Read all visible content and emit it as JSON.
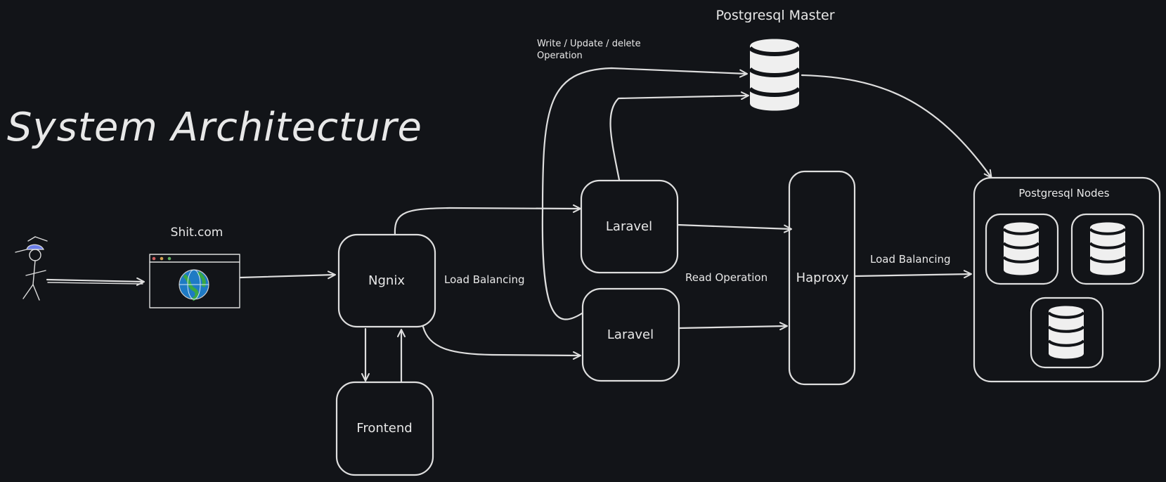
{
  "title": "System Architecture",
  "website_label": "Shit.com",
  "nodes": {
    "ngnix": "Ngnix",
    "frontend": "Frontend",
    "laravel_top": "Laravel",
    "laravel_bottom": "Laravel",
    "haproxy": "Haproxy",
    "postgres_master": "Postgresql Master",
    "postgres_nodes": "Postgresql Nodes"
  },
  "edge_labels": {
    "nginx_lb": "Load Balancing",
    "haproxy_lb": "Load Balancing",
    "read_op": "Read Operation",
    "write_op_line1": "Write / Update / delete",
    "write_op_line2": "Operation"
  },
  "icons": [
    "user-icon",
    "browser-window-icon",
    "globe-icon",
    "database-icon"
  ]
}
